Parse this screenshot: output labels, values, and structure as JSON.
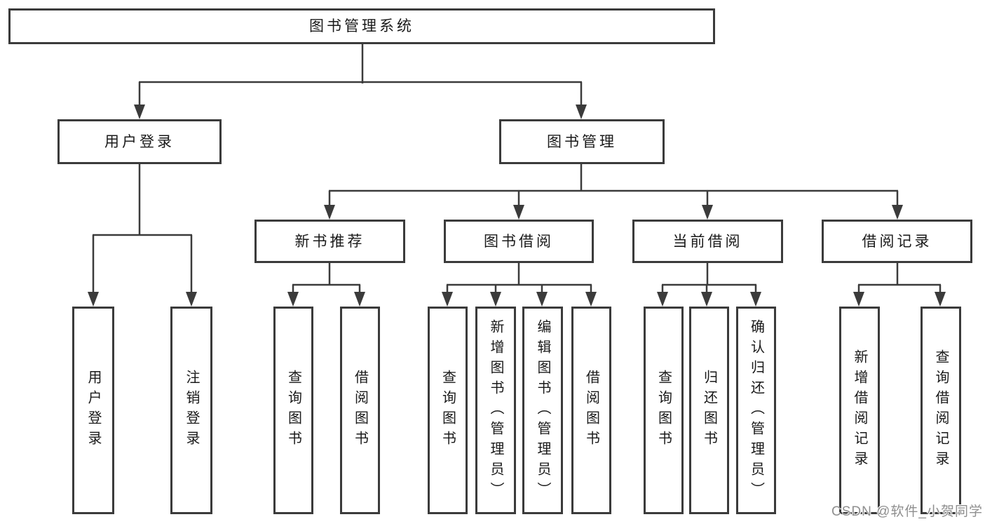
{
  "style": {
    "line_color": "#3b3b3b",
    "box_border_color": "#3b3b3b",
    "box_fill": "#ffffff",
    "text_color": "#1a1a1a",
    "watermark_color": "#8f8f8f",
    "background": "#ffffff"
  },
  "watermark": {
    "text": "CSDN @软件_小贺同学"
  },
  "tree": {
    "label": "图书管理系统",
    "children": [
      {
        "label": "用户登录",
        "children": [
          {
            "label": "用户登录"
          },
          {
            "label": "注销登录"
          }
        ]
      },
      {
        "label": "图书管理",
        "children": [
          {
            "label": "新书推荐",
            "children": [
              {
                "label": "查询图书"
              },
              {
                "label": "借阅图书"
              }
            ]
          },
          {
            "label": "图书借阅",
            "children": [
              {
                "label": "查询图书"
              },
              {
                "label": "新增图书（管理员）"
              },
              {
                "label": "编辑图书（管理员）"
              },
              {
                "label": "借阅图书"
              }
            ]
          },
          {
            "label": "当前借阅",
            "children": [
              {
                "label": "查询图书"
              },
              {
                "label": "归还图书"
              },
              {
                "label": "确认归还（管理员）"
              }
            ]
          },
          {
            "label": "借阅记录",
            "children": [
              {
                "label": "新增借阅记录"
              },
              {
                "label": "查询借阅记录"
              }
            ]
          }
        ]
      }
    ]
  }
}
